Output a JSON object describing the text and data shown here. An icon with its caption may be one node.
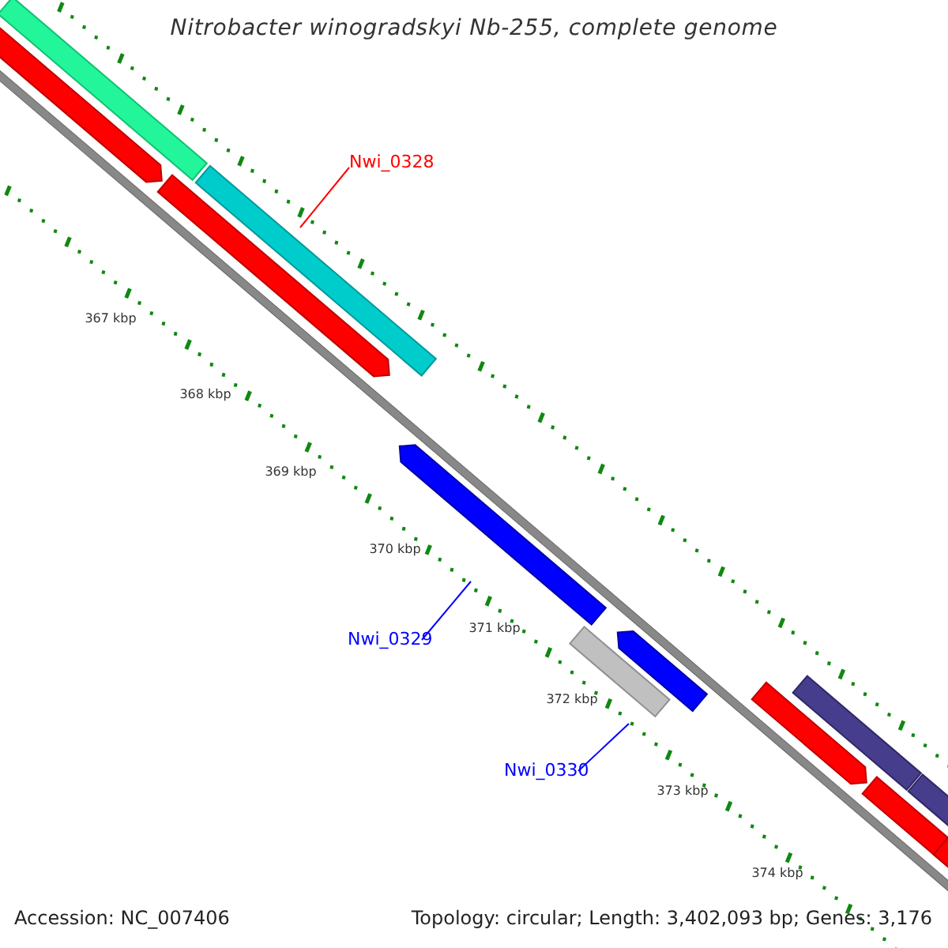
{
  "diagram": {
    "title": "Nitrobacter winogradskyi Nb-255, complete genome",
    "nodes": [
      {
        "text": [
          "Nwi_0328"
        ]
      },
      {
        "text": [
          "Nwi_0329"
        ]
      },
      {
        "text": [
          "Nwi_0330"
        ]
      }
    ],
    "edges": [
      {
        "from": 0,
        "to": null,
        "arrow": "none",
        "color": "#ff0000"
      },
      {
        "from": 1,
        "to": null,
        "arrow": "none"
      },
      {
        "from": 2,
        "to": null,
        "arrow": "none"
      }
    ],
    "labels": [
      "367 kbp",
      "368 kbp",
      "369 kbp",
      "370 kbp",
      "371 kbp",
      "372 kbp",
      "373 kbp",
      "374 kbp",
      "Accession: NC_007406",
      "Topology: circular; Length: 3,402,093 bp; Genes: 3,176"
    ]
  }
}
